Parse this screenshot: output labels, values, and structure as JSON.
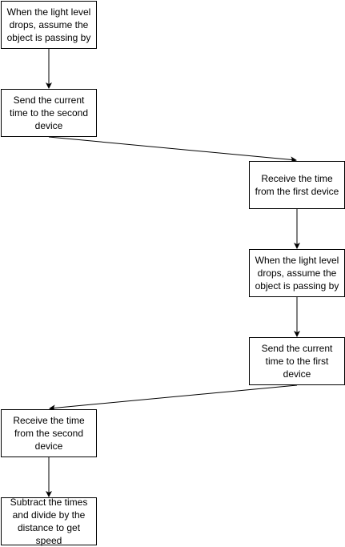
{
  "diagram": {
    "nodes": [
      {
        "id": "n1",
        "text": "When the light level drops, assume the object is passing by"
      },
      {
        "id": "n2",
        "text": "Send the current time to the second device"
      },
      {
        "id": "n3",
        "text": "Receive the time from the first device"
      },
      {
        "id": "n4",
        "text": "When the light level drops, assume the object is passing by"
      },
      {
        "id": "n5",
        "text": "Send the current time to the first device"
      },
      {
        "id": "n6",
        "text": "Receive the time from the second device"
      },
      {
        "id": "n7",
        "text": "Subtract the times and divide by the distance to get speed"
      }
    ],
    "edges": [
      {
        "from": "n1",
        "to": "n2"
      },
      {
        "from": "n2",
        "to": "n3"
      },
      {
        "from": "n3",
        "to": "n4"
      },
      {
        "from": "n4",
        "to": "n5"
      },
      {
        "from": "n5",
        "to": "n6"
      },
      {
        "from": "n6",
        "to": "n7"
      }
    ],
    "colors": {
      "stroke": "#000000",
      "fill": "#ffffff",
      "text": "#000000"
    }
  }
}
